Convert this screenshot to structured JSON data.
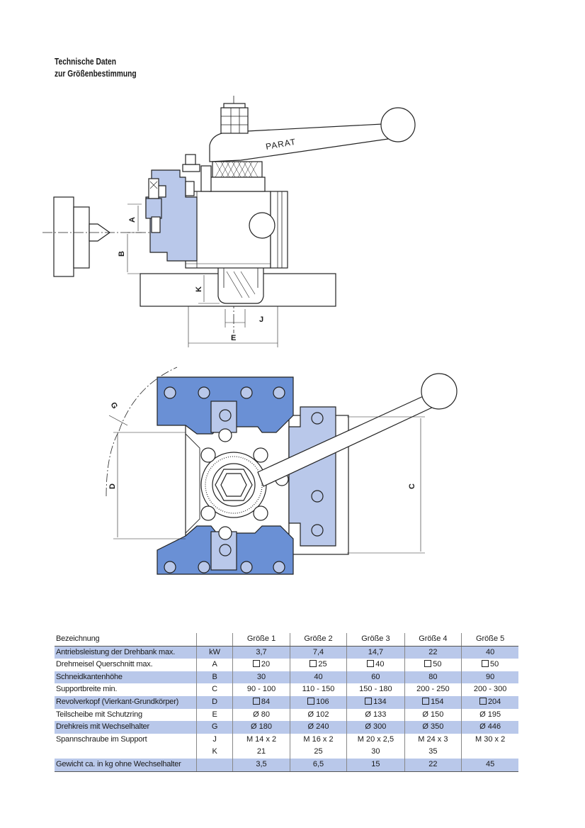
{
  "heading": {
    "line1": "Technische Daten",
    "line2": "zur Größenbestimmung"
  },
  "drawing": {
    "brand": "PARAT",
    "dimension_labels": {
      "A": "A",
      "B": "B",
      "K": "K",
      "J": "J",
      "E": "E",
      "G": "G",
      "D": "D",
      "C": "C"
    }
  },
  "table": {
    "header": {
      "label": "Bezeichnung",
      "sym": "",
      "sizes": [
        "Größe 1",
        "Größe 2",
        "Größe 3",
        "Größe 4",
        "Größe 5"
      ]
    },
    "rows": [
      {
        "label": "Antriebsleistung der Drehbank max.",
        "sym": "kW",
        "values": [
          "3,7",
          "7,4",
          "14,7",
          "22",
          "40"
        ],
        "highlight": true
      },
      {
        "label": "Drehmeisel Querschnitt max.",
        "sym": "A",
        "values": [
          "20",
          "25",
          "40",
          "50",
          "50"
        ],
        "square": true,
        "highlight": false
      },
      {
        "label": "Schneidkantenhöhe",
        "sym": "B",
        "values": [
          "30",
          "40",
          "60",
          "80",
          "90"
        ],
        "highlight": true
      },
      {
        "label": "Supportbreite min.",
        "sym": "C",
        "values": [
          "90 - 100",
          "110 - 150",
          "150 - 180",
          "200 - 250",
          "200 - 300"
        ],
        "highlight": false
      },
      {
        "label": "Revolverkopf (Vierkant-Grundkörper)",
        "sym": "D",
        "values": [
          "84",
          "106",
          "134",
          "154",
          "204"
        ],
        "square": true,
        "highlight": true
      },
      {
        "label": "Teilscheibe mit Schutzring",
        "sym": "E",
        "values": [
          "Ø 80",
          "Ø 102",
          "Ø 133",
          "Ø 150",
          "Ø 195"
        ],
        "highlight": false
      },
      {
        "label": "Drehkreis mit Wechselhalter",
        "sym": "G",
        "values": [
          "Ø 180",
          "Ø 240",
          "Ø 300",
          "Ø 350",
          "Ø 446"
        ],
        "highlight": true
      },
      {
        "label": "Spannschraube im Support",
        "sym": "J",
        "values": [
          "M 14 x 2",
          "M 16 x 2",
          "M 20 x 2,5",
          "M 24 x 3",
          "M 30 x 2"
        ],
        "highlight": false
      },
      {
        "label": "",
        "sym": "K",
        "values": [
          "21",
          "25",
          "30",
          "35",
          ""
        ],
        "highlight": false
      },
      {
        "label": "Gewicht ca. in kg ohne Wechselhalter",
        "sym": "",
        "values": [
          "3,5",
          "6,5",
          "15",
          "22",
          "45"
        ],
        "highlight": true
      }
    ]
  }
}
